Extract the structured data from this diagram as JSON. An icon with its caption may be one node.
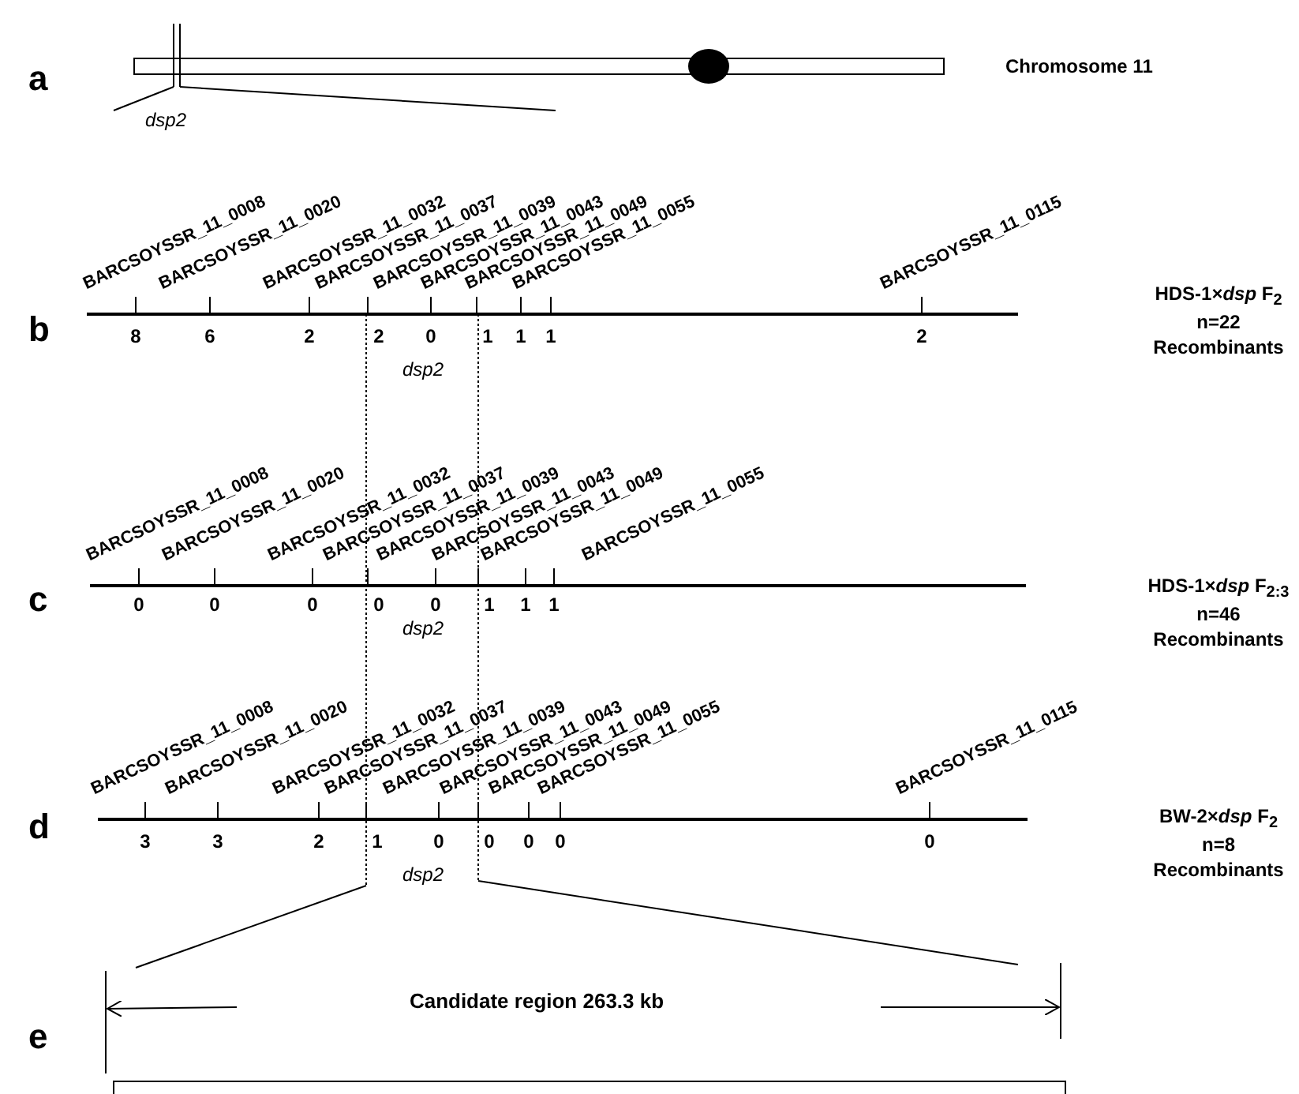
{
  "diagram": {
    "labels": [
      "a",
      "Chromosome 11",
      "dsp2",
      "b",
      "BARCSOYSSR_11_0008",
      "BARCSOYSSR_11_0020",
      "BARCSOYSSR_11_0032",
      "BARCSOYSSR_11_0037",
      "BARCSOYSSR_11_0039",
      "BARCSOYSSR_11_0043",
      "BARCSOYSSR_11_0049",
      "BARCSOYSSR_11_0055",
      "BARCSOYSSR_11_0115",
      "8",
      "6",
      "2",
      "2",
      "0",
      "1",
      "1",
      "1",
      "2",
      "dsp2",
      "HDS-1×*dsp*  F$_{2}$",
      "n=22",
      "Recombinants",
      "c",
      "BARCSOYSSR_11_0008",
      "BARCSOYSSR_11_0020",
      "BARCSOYSSR_11_0032",
      "BARCSOYSSR_11_0037",
      "BARCSOYSSR_11_0039",
      "BARCSOYSSR_11_0043",
      "BARCSOYSSR_11_0049",
      "BARCSOYSSR_11_0055",
      "0",
      "0",
      "0",
      "0",
      "0",
      "1",
      "1",
      "1",
      "dsp2",
      "HDS-1×*dsp*  F$_{2:3}$",
      "n=46",
      "Recombinants",
      "d",
      "BARCSOYSSR_11_0008",
      "BARCSOYSSR_11_0020",
      "BARCSOYSSR_11_0032",
      "BARCSOYSSR_11_0037",
      "BARCSOYSSR_11_0039",
      "BARCSOYSSR_11_0043",
      "BARCSOYSSR_11_0049",
      "BARCSOYSSR_11_0055",
      "BARCSOYSSR_11_0115",
      "3",
      "3",
      "2",
      "1",
      "0",
      "0",
      "0",
      "0",
      "0",
      "dsp2",
      "BW-2×*dsp*  F$_{2}$",
      "n=8",
      "Recombinants",
      "e",
      "Candidate region 263.3 kb"
    ]
  }
}
